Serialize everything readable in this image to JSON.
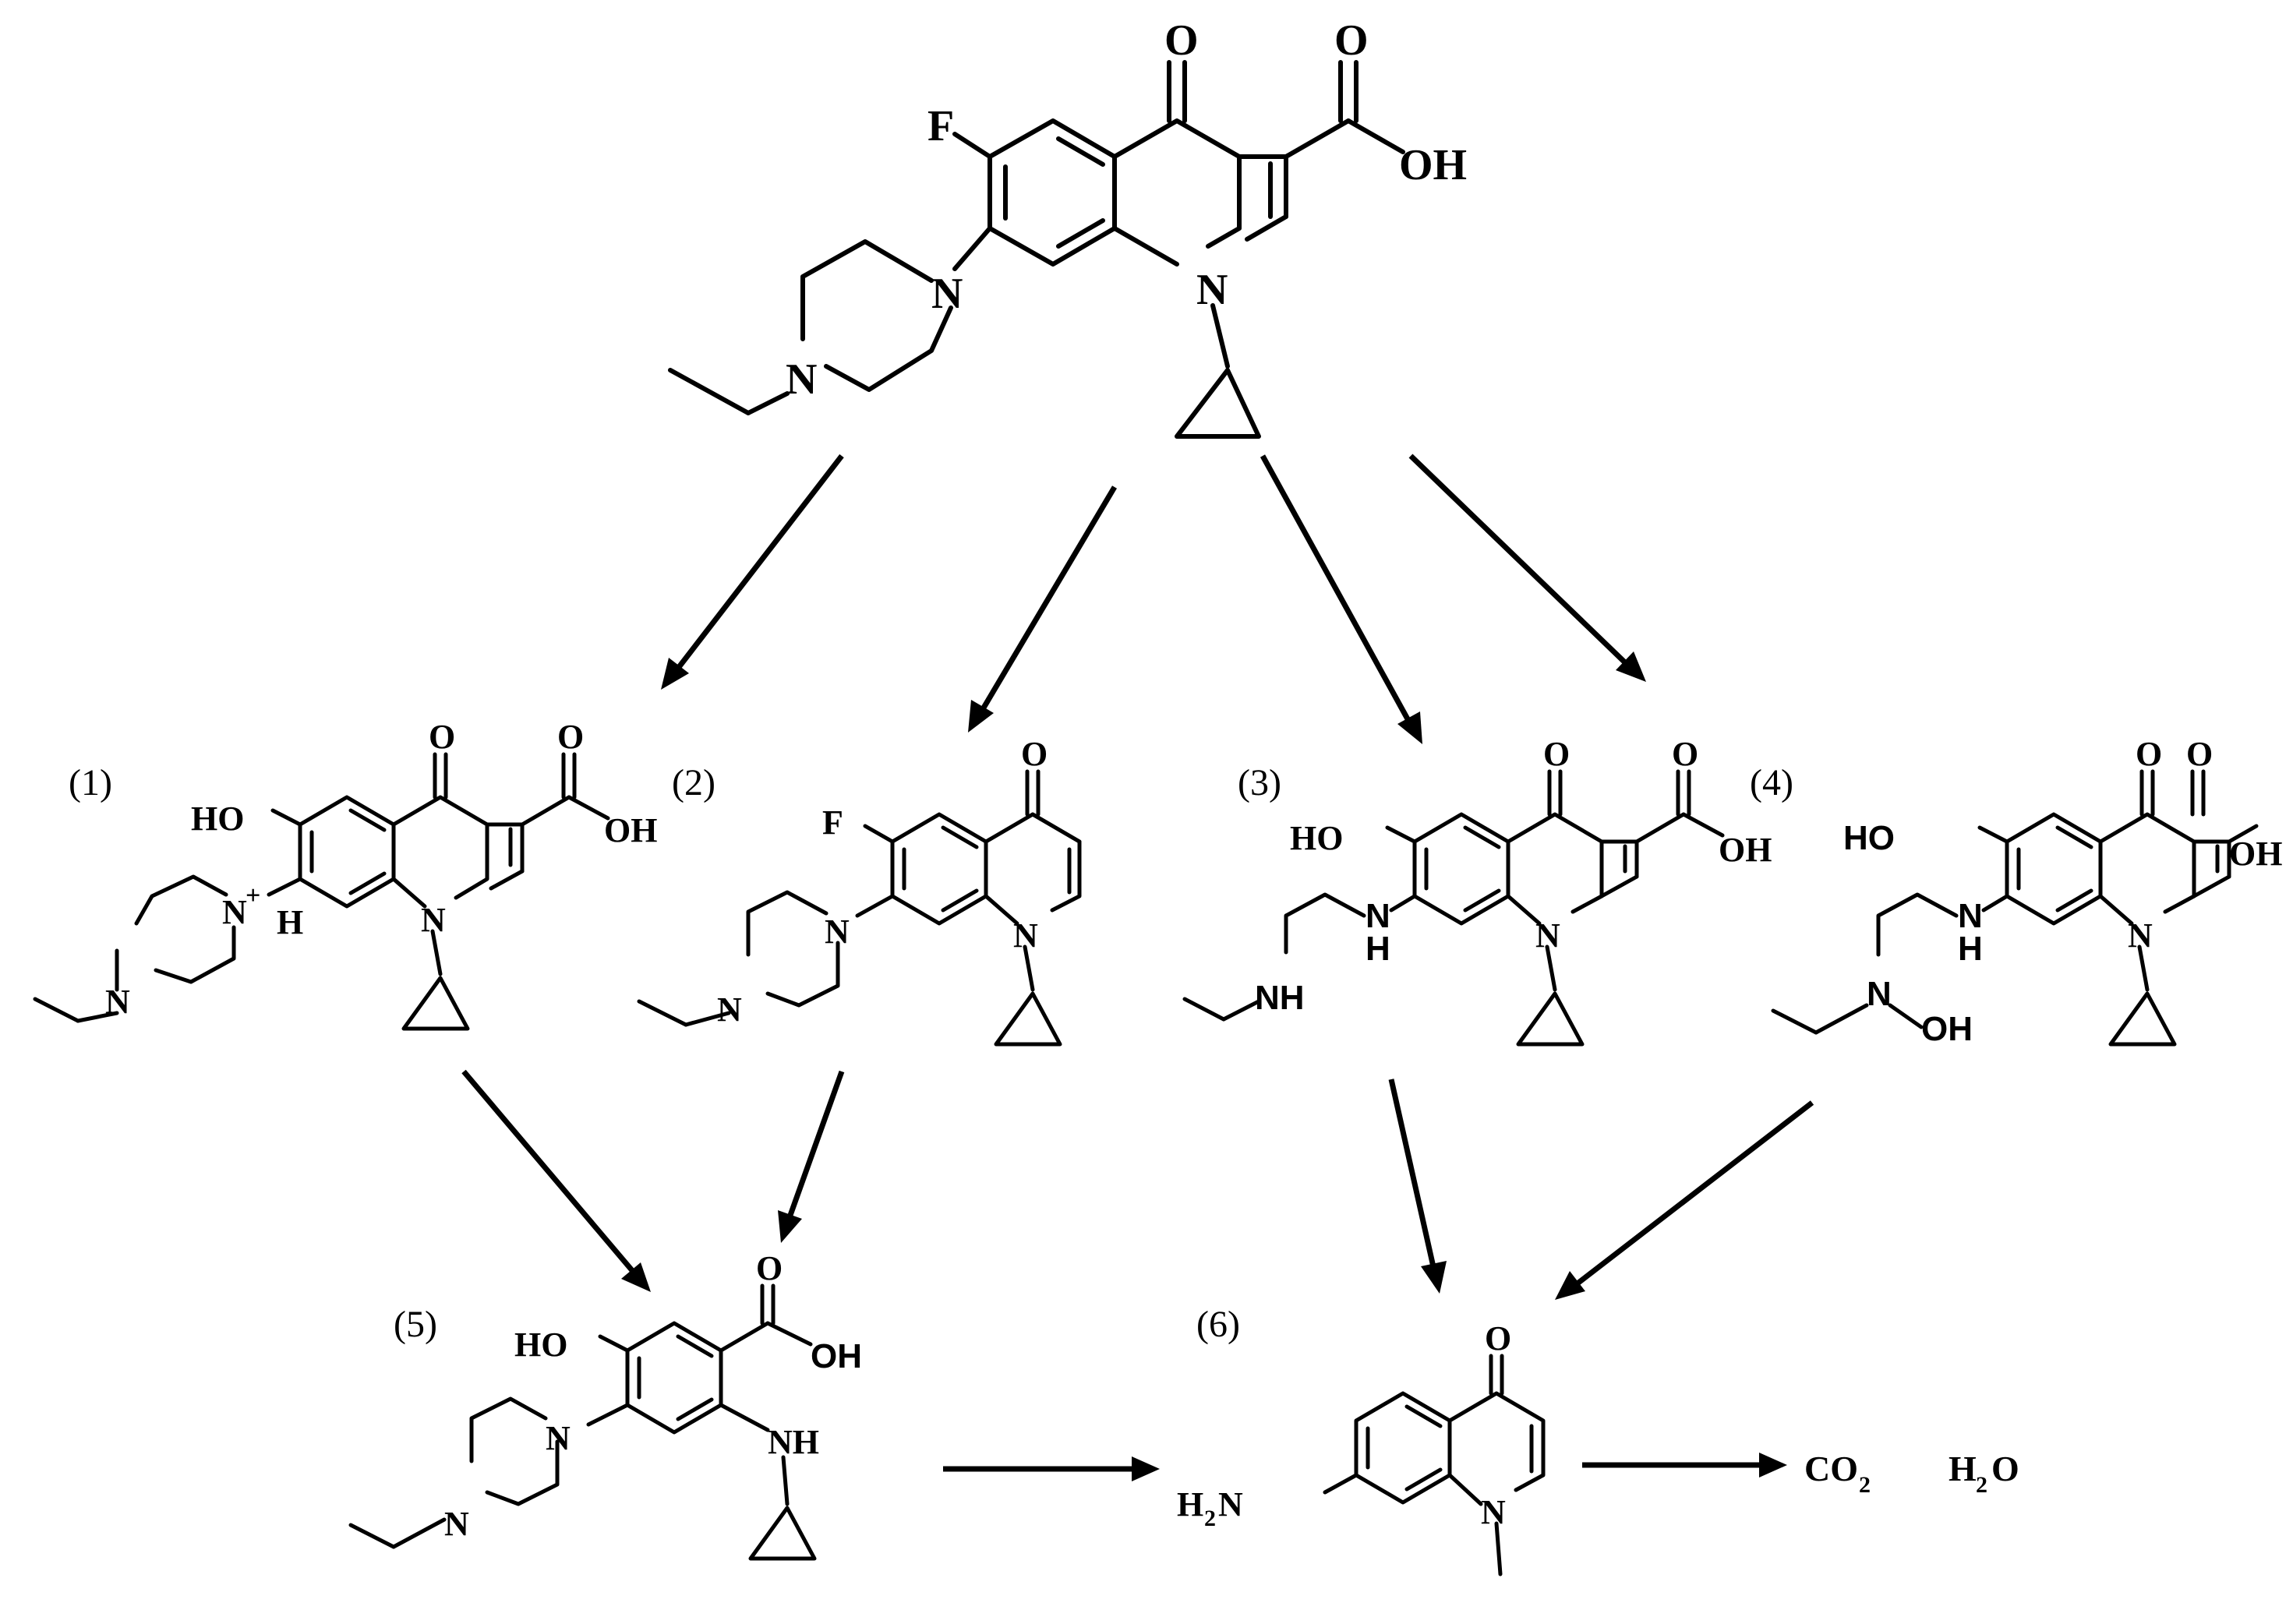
{
  "parent": {
    "atoms": {
      "F": "F",
      "O_keto": "O",
      "O_acid": "O",
      "OH": "OH",
      "N_ring": "N",
      "N_pip_a": "N",
      "N_pip_b": "N"
    }
  },
  "compounds": [
    {
      "label": "(1)",
      "atoms": {
        "HO": "HO",
        "O1": "O",
        "O2": "O",
        "OH": "OH",
        "N_ring": "N",
        "N_plus": "N",
        "plus": "+",
        "H": "H",
        "N_pip": "N"
      }
    },
    {
      "label": "(2)",
      "atoms": {
        "F": "F",
        "O1": "O",
        "N_ring": "N",
        "N_pip_a": "N",
        "N_pip_b": "N"
      }
    },
    {
      "label": "(3)",
      "atoms": {
        "HO": "HO",
        "O1": "O",
        "O2": "O",
        "OH": "OH",
        "N_ring": "N",
        "N_amine": "N",
        "H_amine": "H",
        "NH": "NH"
      }
    },
    {
      "label": "(4)",
      "atoms": {
        "HO": "HO",
        "O1": "O",
        "O2": "O",
        "OH": "OH",
        "N_ring": "N",
        "N_amine": "N",
        "H_amine": "H",
        "N_tert": "N",
        "OH2": "OH"
      }
    },
    {
      "label": "(5)",
      "atoms": {
        "HO": "HO",
        "O1": "O",
        "OH": "OH",
        "NH": "NH",
        "N_pip_a": "N",
        "N_pip_b": "N"
      }
    },
    {
      "label": "(6)",
      "atoms": {
        "O1": "O",
        "H2N": "H",
        "H2N_sub": "2",
        "H2N_N": "N",
        "N_ring": "N"
      }
    }
  ],
  "products": {
    "co2_main": "CO",
    "co2_sub": "2",
    "h2o_h": "H",
    "h2o_sub": "2",
    "h2o_o": "O"
  }
}
